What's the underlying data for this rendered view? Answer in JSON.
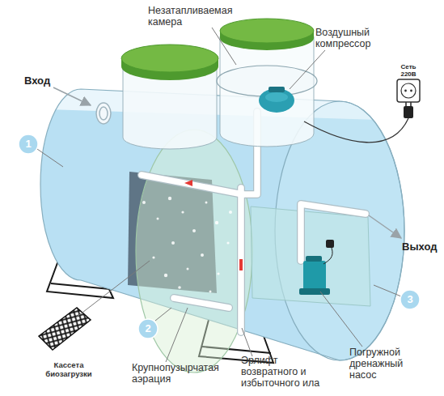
{
  "diagram": {
    "nodes": [
      {
        "text": [
          "Сеть 220В"
        ]
      },
      {
        "text": [
          "1"
        ]
      },
      {
        "text": [
          "2"
        ]
      },
      {
        "text": [
          "3"
        ]
      }
    ],
    "labels": [
      "Незатапливаемая камера",
      "Воздушный компрессор",
      "Вход",
      "Выход",
      "Кассета биозагрузки",
      "Крупнопузырчатая аэрация",
      "Эрлифт возвратного и избыточного ила",
      "Погружной дренажный насос"
    ]
  }
}
